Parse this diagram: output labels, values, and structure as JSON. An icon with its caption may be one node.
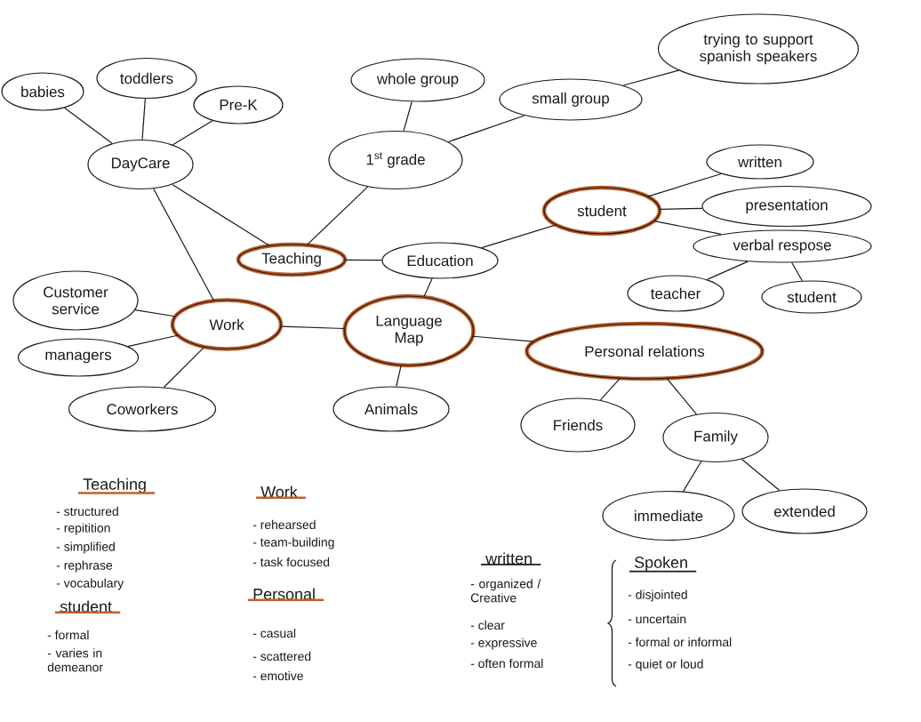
{
  "diagram": {
    "nodes": [
      {
        "text": [
          "babies"
        ]
      },
      {
        "text": [
          "toddlers"
        ]
      },
      {
        "text": [
          "Pre-K"
        ]
      },
      {
        "text": [
          "whole group"
        ]
      },
      {
        "text": [
          "trying to support spanish speakers"
        ]
      },
      {
        "text": [
          "small group"
        ]
      },
      {
        "text": [
          "DayCare"
        ]
      },
      {
        "text": [
          "1$^{st}$ grade"
        ]
      },
      {
        "text": [
          "written"
        ]
      },
      {
        "text": [
          "student"
        ]
      },
      {
        "text": [
          "presentation"
        ]
      },
      {
        "text": [
          "Teaching"
        ]
      },
      {
        "text": [
          "Education"
        ]
      },
      {
        "text": [
          "verbal respose"
        ]
      },
      {
        "text": [
          "teacher"
        ]
      },
      {
        "text": [
          "student"
        ]
      },
      {
        "text": [
          "Customer service"
        ]
      },
      {
        "text": [
          "Work"
        ]
      },
      {
        "text": [
          "Language Map"
        ]
      },
      {
        "text": [
          "Personal relations"
        ]
      },
      {
        "text": [
          "managers"
        ]
      },
      {
        "text": [
          "Coworkers"
        ]
      },
      {
        "text": [
          "Animals"
        ]
      },
      {
        "text": [
          "Friends"
        ]
      },
      {
        "text": [
          "Family"
        ]
      },
      {
        "text": [
          "immediate"
        ]
      },
      {
        "text": [
          "extended"
        ]
      }
    ],
    "edges": [
      {
        "from": 6,
        "to": 0,
        "arrow": "none"
      },
      {
        "from": 6,
        "to": 1,
        "arrow": "none"
      },
      {
        "from": 6,
        "to": 2,
        "arrow": "none"
      },
      {
        "from": 11,
        "to": 6,
        "arrow": "none"
      },
      {
        "from": 17,
        "to": 6,
        "arrow": "none"
      },
      {
        "from": 7,
        "to": 3,
        "arrow": "none"
      },
      {
        "from": 7,
        "to": 5,
        "arrow": "none"
      },
      {
        "from": 5,
        "to": 4,
        "arrow": "none"
      },
      {
        "from": 11,
        "to": 7,
        "arrow": "none"
      },
      {
        "from": 12,
        "to": 11,
        "arrow": "none"
      },
      {
        "from": 18,
        "to": 12,
        "arrow": "none"
      },
      {
        "from": 12,
        "to": 9,
        "arrow": "none"
      },
      {
        "from": 9,
        "to": 8,
        "arrow": "none"
      },
      {
        "from": 9,
        "to": 10,
        "arrow": "none"
      },
      {
        "from": 9,
        "to": 13,
        "arrow": "none"
      },
      {
        "from": 13,
        "to": 14,
        "arrow": "none"
      },
      {
        "from": 13,
        "to": 15,
        "arrow": "none"
      },
      {
        "from": 17,
        "to": 16,
        "arrow": "none"
      },
      {
        "from": 17,
        "to": 20,
        "arrow": "none"
      },
      {
        "from": 17,
        "to": 21,
        "arrow": "none"
      },
      {
        "from": 18,
        "to": 17,
        "arrow": "none"
      },
      {
        "from": 18,
        "to": 22,
        "arrow": "none"
      },
      {
        "from": 18,
        "to": 19,
        "arrow": "none"
      },
      {
        "from": 19,
        "to": 23,
        "arrow": "none"
      },
      {
        "from": 19,
        "to": 24,
        "arrow": "none"
      },
      {
        "from": 24,
        "to": 25,
        "arrow": "none"
      },
      {
        "from": 24,
        "to": 26,
        "arrow": "none"
      }
    ],
    "labels": [
      "Teaching",
      "- structured",
      "- repitition",
      "- simplified",
      "- rephrase",
      "- vocabulary",
      "student",
      "- formal",
      "- varies in demeanor",
      "Work",
      "- rehearsed",
      "- team-building",
      "- task focused",
      "Personal",
      "- casual",
      "- scattered",
      "- emotive",
      "written",
      "- organized / Creative",
      "- clear",
      "- expressive",
      "- often formal",
      "Spoken",
      "- disjointed",
      "- uncertain",
      "- formal or informal",
      "- quiet or loud"
    ]
  }
}
